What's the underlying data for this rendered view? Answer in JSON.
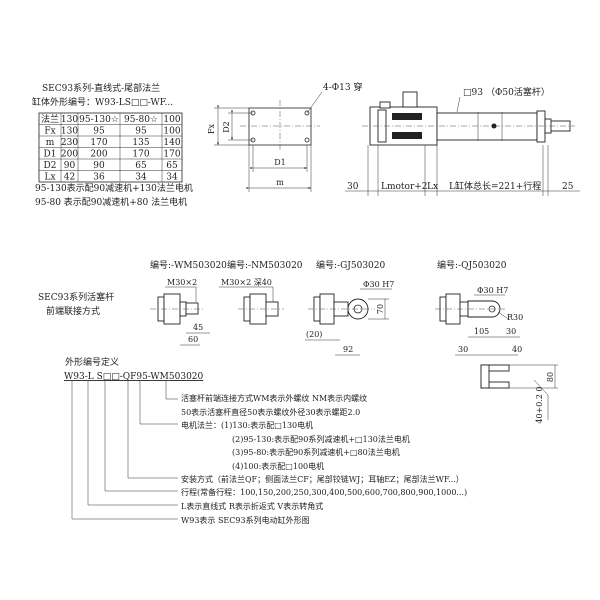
{
  "header": {
    "title": "SEC93系列-直线式-尾部法兰",
    "model_code": "缸体外形编号：W93-LS□□-WF..."
  },
  "table": {
    "headers": [
      "法兰",
      "130",
      "95-130☆",
      "95-80☆",
      "100"
    ],
    "rows": [
      [
        "Fx",
        "130",
        "95",
        "95",
        "100"
      ],
      [
        "m",
        "230",
        "170",
        "135",
        "140"
      ],
      [
        "D1",
        "200",
        "200",
        "170",
        "170"
      ],
      [
        "D2",
        "90",
        "90",
        "65",
        "65"
      ],
      [
        "Lx",
        "42",
        "36",
        "34",
        "34"
      ]
    ],
    "notes": [
      "95-130表示配90减速机+130法兰电机",
      "95-80 表示配90减速机+80 法兰电机"
    ]
  },
  "flange_view": {
    "hole_label": "4-Φ13 穿",
    "dim_fx": "Fx",
    "dim_d2": "D2",
    "dim_d1": "D1",
    "dim_m": "m"
  },
  "side_view": {
    "square_label": "□93",
    "rod_label": "（Φ50活塞杆）",
    "dim_30": "30",
    "dim_lmotor": "Lmotor+2",
    "dim_lx": "Lx",
    "dim_l": "L缸体总长=221+行程",
    "dim_25": "25"
  },
  "rod_ends": {
    "section_title": [
      "SEC93系列活塞杆",
      "前端联接方式"
    ],
    "wm": {
      "code": "编号:-WM503020",
      "thread": "M30×2",
      "dim_a": "45",
      "dim_b": "60"
    },
    "nm": {
      "code": "编号:-NM503020",
      "thread": "M30×2 深40"
    },
    "gj": {
      "code": "编号:-GJ503020",
      "bore": "Φ30 H7",
      "dim_h": "70",
      "dim_a": "(20)",
      "dim_b": "92"
    },
    "qj": {
      "code": "编号:-QJ503020",
      "bore": "Φ30 H7",
      "radius": "R30",
      "dim_a": "105",
      "dim_b": "30"
    },
    "clevis": {
      "dim_a": "30",
      "dim_b": "40",
      "dim_h": "80",
      "tol": "40+0.2 0"
    }
  },
  "code_def": {
    "title": "外形编号定义",
    "code": "W93-L S□□-QF95-WM503020",
    "lines": [
      "活塞杆前端连接方式WM表示外螺纹 NM表示内螺纹",
      "50表示活塞杆直径50表示螺纹外径30表示螺距2.0",
      "电机法兰：(1)130:表示配□130电机",
      "(2)95-130:表示配90系列减速机+□130法兰电机",
      "(3)95-80:表示配90系列减速机+□80法兰电机",
      "(4)100:表示配□100电机",
      "安装方式（前法兰QF；侧面法兰CF；尾部铰链WJ；耳轴EZ；尾部法兰WF...）",
      "行程(常备行程：100,150,200,250,300,400,500,600,700,800,900,1000...)",
      "L表示直线式 R表示折返式 V表示转角式",
      "W93表示 SEC93系列电动缸外形图"
    ]
  }
}
